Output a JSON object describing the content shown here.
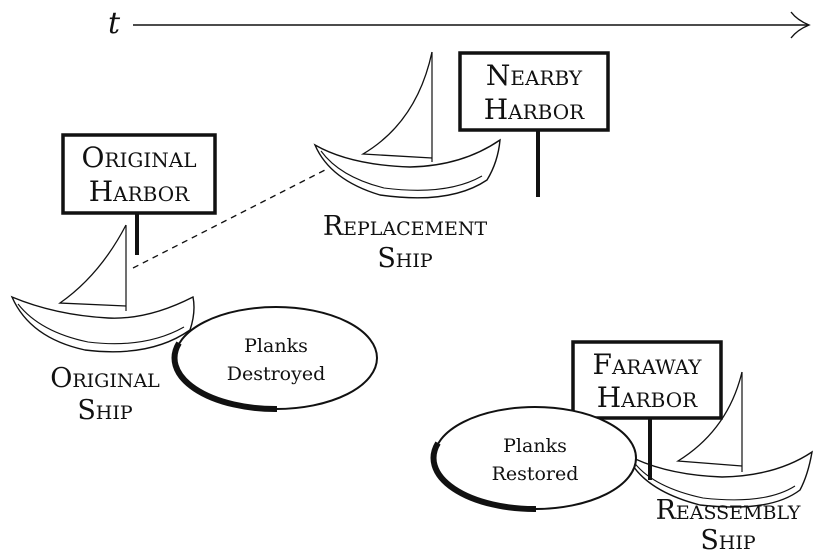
{
  "axis": {
    "label": "t"
  },
  "harbors": {
    "original": {
      "line1": "Original",
      "line2": "Harbor"
    },
    "nearby": {
      "line1": "Nearby",
      "line2": "Harbor"
    },
    "faraway": {
      "line1": "Faraway",
      "line2": "Harbor"
    }
  },
  "ships": {
    "original": {
      "line1": "Original",
      "line2": "Ship"
    },
    "replacement": {
      "line1": "Replacement",
      "line2": "Ship"
    },
    "reassembly": {
      "line1": "Reassembly",
      "line2": "Ship"
    }
  },
  "planks": {
    "destroyed": {
      "line1": "Planks",
      "line2": "Destroyed"
    },
    "restored": {
      "line1": "Planks",
      "line2": "Restored"
    }
  }
}
